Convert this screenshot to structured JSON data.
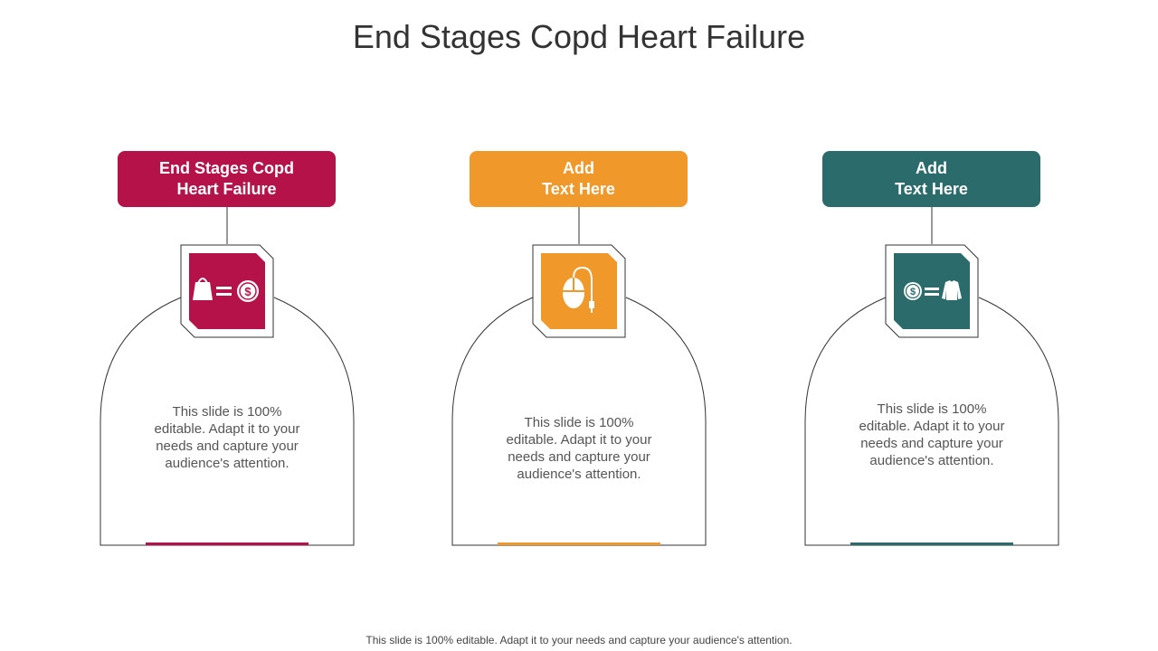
{
  "slide": {
    "title": "End Stages Copd Heart Failure",
    "footer": "This slide is 100% editable. Adapt it to your needs and capture your audience's attention."
  },
  "cards": [
    {
      "label_line1": "End Stages Copd",
      "label_line2": "Heart Failure",
      "color": "#B5124A",
      "icon": "shopping-bag-equals-dollar-icon",
      "body": "This slide is 100% editable. Adapt it to your needs and capture your audience's attention."
    },
    {
      "label_line1": "Add",
      "label_line2": "Text Here",
      "color": "#F0982A",
      "icon": "computer-mouse-icon",
      "body": "This slide is 100% editable. Adapt it to your needs and capture your audience's attention."
    },
    {
      "label_line1": "Add",
      "label_line2": "Text Here",
      "color": "#2B6B6C",
      "icon": "dollar-equals-shirt-icon",
      "body": "This slide is 100% editable. Adapt it to your needs and capture your audience's attention."
    }
  ]
}
